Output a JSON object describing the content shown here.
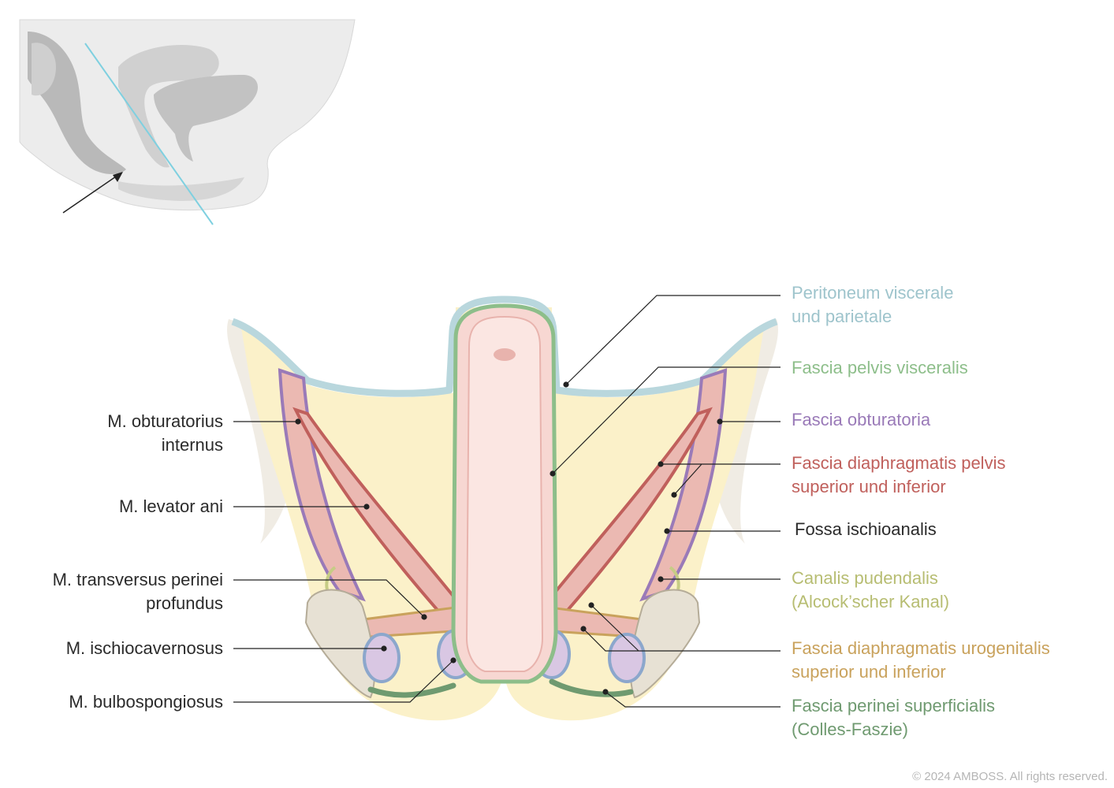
{
  "colors": {
    "peritoneum": "#9ec4cc",
    "fascia_pelvis_visceralis": "#8dbe8a",
    "fascia_obturatoria": "#9a7ab8",
    "fascia_diaphragmatis_pelvis": "#c0605c",
    "fossa": "#2b2b2b",
    "canalis_pudendalis": "#b7bd72",
    "fascia_urogenitalis": "#c9a25c",
    "fascia_perinei": "#6f9a70",
    "left_label": "#2b2b2b",
    "copyright": "#b5b5b5"
  },
  "left_labels": [
    {
      "line1": "M. obturatorius",
      "line2": "internus"
    },
    {
      "line1": "M. levator ani",
      "line2": ""
    },
    {
      "line1": "M. transversus perinei",
      "line2": "profundus"
    },
    {
      "line1": "M. ischiocavernosus",
      "line2": ""
    },
    {
      "line1": "M. bulbospongiosus",
      "line2": ""
    }
  ],
  "right_labels": [
    {
      "line1": "Peritoneum viscerale",
      "line2": "und parietale"
    },
    {
      "line1": "Fascia pelvis visceralis",
      "line2": ""
    },
    {
      "line1": "Fascia obturatoria",
      "line2": ""
    },
    {
      "line1": "Fascia diaphragmatis pelvis",
      "line2": "superior und inferior"
    },
    {
      "line1": "Fossa ischioanalis",
      "line2": ""
    },
    {
      "line1": "Canalis pudendalis",
      "line2": "(Alcock’scher Kanal)"
    },
    {
      "line1": "Fascia diaphragmatis urogenitalis",
      "line2": "superior und inferior"
    },
    {
      "line1": "Fascia perinei superficialis",
      "line2": "(Colles-Faszie)"
    }
  ],
  "copyright": "© 2024 AMBOSS. All rights reserved."
}
